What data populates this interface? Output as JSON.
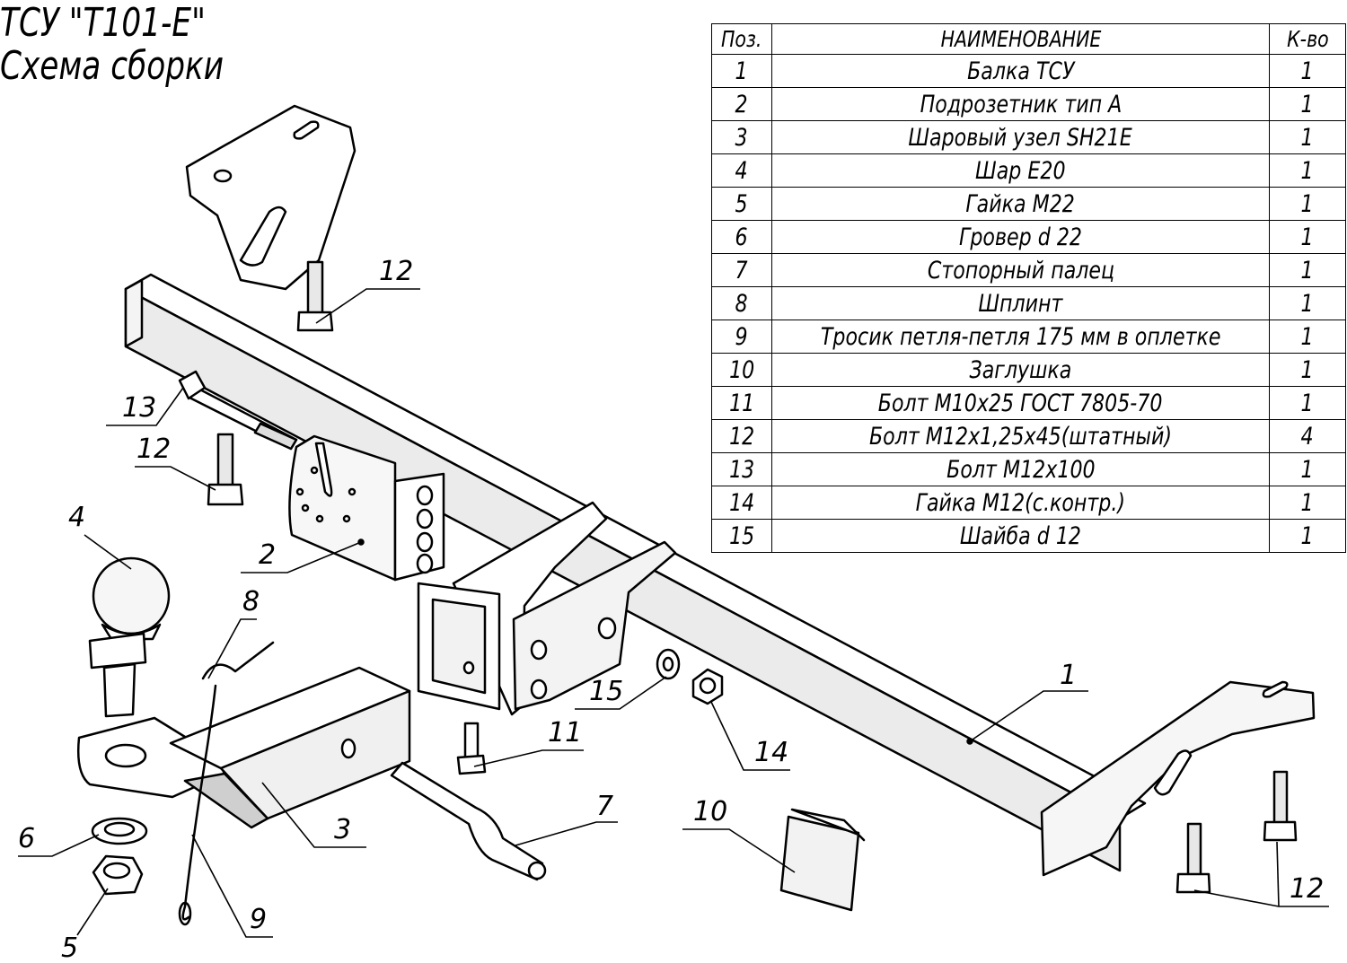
{
  "title": {
    "line1": "ТСУ \"Т101-Е\"",
    "line2": "Схема сборки"
  },
  "table": {
    "headers": {
      "pos": "Поз.",
      "name": "НАИМЕНОВАНИЕ",
      "qty": "К-во"
    },
    "rows": [
      {
        "pos": "1",
        "name": "Балка ТСУ",
        "qty": "1"
      },
      {
        "pos": "2",
        "name": "Подрозетник тип А",
        "qty": "1"
      },
      {
        "pos": "3",
        "name": "Шаровый узел SH21E",
        "qty": "1"
      },
      {
        "pos": "4",
        "name": "Шар Е20",
        "qty": "1"
      },
      {
        "pos": "5",
        "name": "Гайка М22",
        "qty": "1"
      },
      {
        "pos": "6",
        "name": "Гровер d 22",
        "qty": "1"
      },
      {
        "pos": "7",
        "name": "Стопорный палец",
        "qty": "1"
      },
      {
        "pos": "8",
        "name": "Шплинт",
        "qty": "1"
      },
      {
        "pos": "9",
        "name": "Тросик петля-петля 175 мм в оплетке",
        "qty": "1"
      },
      {
        "pos": "10",
        "name": "Заглушка",
        "qty": "1"
      },
      {
        "pos": "11",
        "name": "Болт М10х25 ГОСТ 7805-70",
        "qty": "1"
      },
      {
        "pos": "12",
        "name": "Болт М12х1,25х45(штатный)",
        "qty": "4"
      },
      {
        "pos": "13",
        "name": "Болт М12х100",
        "qty": "1"
      },
      {
        "pos": "14",
        "name": "Гайка М12(с.контр.)",
        "qty": "1"
      },
      {
        "pos": "15",
        "name": "Шайба d 12",
        "qty": "1"
      }
    ]
  },
  "callouts": {
    "c1": "1",
    "c2": "2",
    "c3": "3",
    "c4": "4",
    "c5": "5",
    "c6": "6",
    "c7": "7",
    "c8": "8",
    "c9": "9",
    "c10": "10",
    "c11": "11",
    "c12a": "12",
    "c12b": "12",
    "c12c": "12",
    "c13": "13",
    "c14": "14",
    "c15": "15"
  }
}
